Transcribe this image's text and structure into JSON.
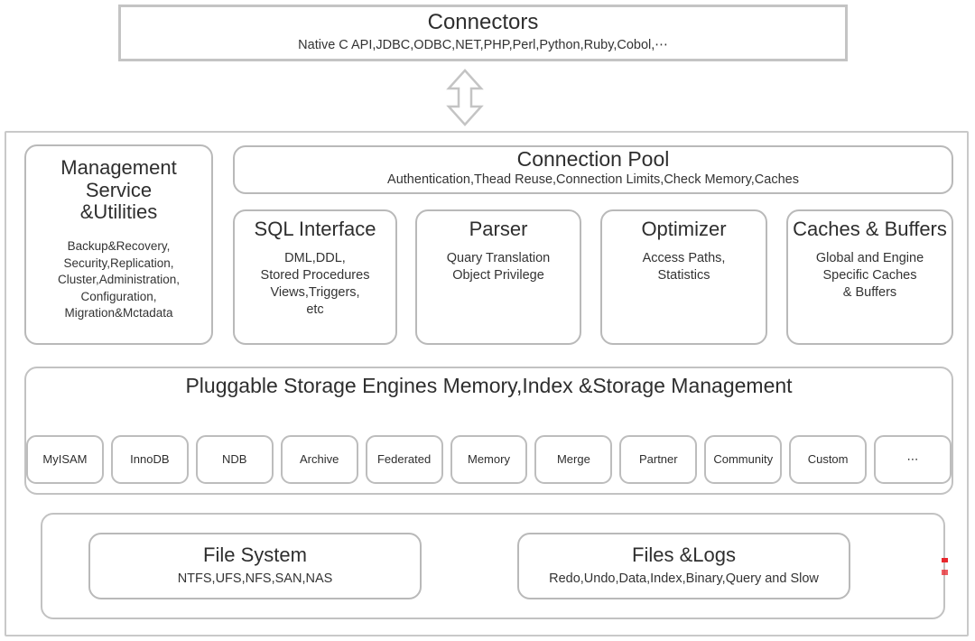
{
  "diagram": {
    "connectors": {
      "title": "Connectors",
      "subtitle": "Native C API,JDBC,ODBC,NET,PHP,Perl,Python,Ruby,Cobol,⋯"
    },
    "link_arrow": {
      "icon": "double-headed-vertical-arrow"
    },
    "management": {
      "title": "Management\nService\n&Utilities",
      "title_line1": "Management",
      "title_line2": "Service",
      "title_line3": "&Utilities",
      "subtitle": "Backup&Recovery,\nSecurity,Replication,\nCluster,Administration,\nConfiguration,\nMigration&Mctadata"
    },
    "connection_pool": {
      "title": "Connection Pool",
      "subtitle": "Authentication,Thead Reuse,Connection Limits,Check Memory,Caches"
    },
    "mid_cards": [
      {
        "name": "sql-interface",
        "title": "SQL Interface",
        "subtitle": "DML,DDL,\nStored Procedures\nViews,Triggers,\netc"
      },
      {
        "name": "parser",
        "title": "Parser",
        "subtitle": "Quary Translation\nObject Privilege"
      },
      {
        "name": "optimizer",
        "title": "Optimizer",
        "subtitle": "Access Paths,\nStatistics"
      },
      {
        "name": "caches-buffers",
        "title": "Caches & Buffers",
        "subtitle": "Global and Engine\nSpecific Caches\n& Buffers"
      }
    ],
    "storage": {
      "title": "Pluggable Storage Engines Memory,Index &Storage Management",
      "engines": [
        "MyISAM",
        "InnoDB",
        "NDB",
        "Archive",
        "Federated",
        "Memory",
        "Merge",
        "Partner",
        "Community",
        "Custom",
        "⋯"
      ]
    },
    "filesystem": [
      {
        "name": "file-system",
        "title": "File System",
        "subtitle": "NTFS,UFS,NFS,SAN,NAS"
      },
      {
        "name": "files-and-logs",
        "title": "Files &Logs",
        "subtitle": "Redo,Undo,Data,Index,Binary,Query and Slow"
      }
    ],
    "colors": {
      "box_border": "#b9b9b9",
      "panel_border": "#c2c2c2",
      "text": "#2e2e2e",
      "background": "#ffffff",
      "marker_red": "#e8272d"
    }
  }
}
